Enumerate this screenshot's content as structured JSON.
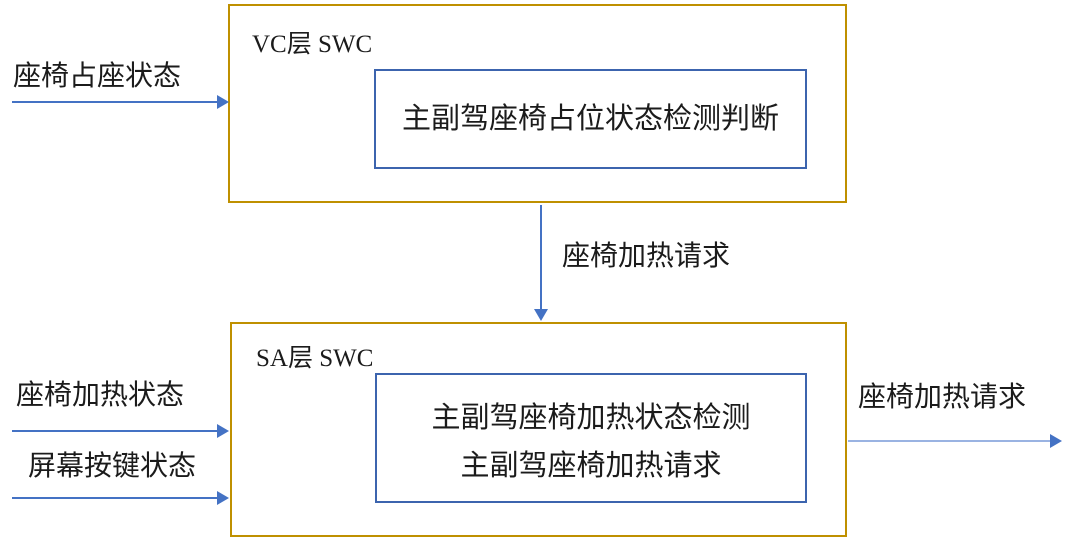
{
  "vc_box": {
    "title": "VC层 SWC",
    "process": "主副驾座椅占位状态检测判断"
  },
  "sa_box": {
    "title": "SA层 SWC",
    "process_line1": "主副驾座椅加热状态检测",
    "process_line2": "主副驾座椅加热请求"
  },
  "signals": {
    "input_occupancy": "座椅占座状态",
    "input_heat_state": "座椅加热状态",
    "input_screen_key": "屏幕按键状态",
    "vc_to_sa_request": "座椅加热请求",
    "output_request": "座椅加热请求"
  },
  "colors": {
    "outer_box_border": "#BF9000",
    "inner_box_border": "#3C64AE",
    "arrow": "#4472C4",
    "arrow_light_line": "#9AB3E2",
    "text": "#1B1B1B",
    "background": "#FFFFFF"
  }
}
